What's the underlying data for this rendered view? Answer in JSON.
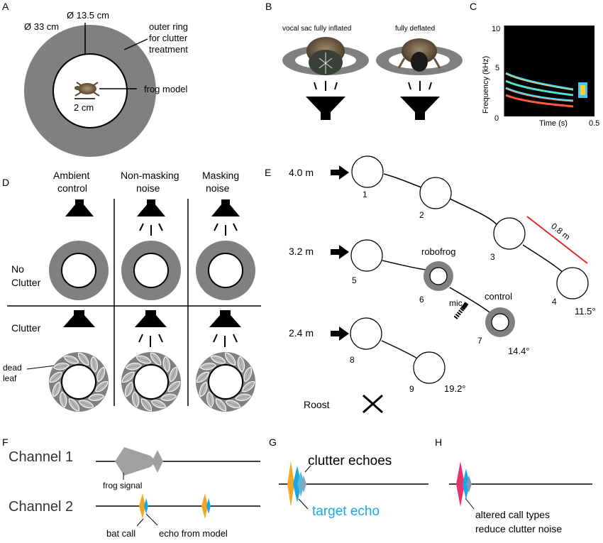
{
  "panels": [
    "A",
    "B",
    "C",
    "D",
    "E",
    "F",
    "G",
    "H"
  ],
  "a": {
    "outer_diameter": "Ø 33 cm",
    "inner_diameter": "Ø 13.5 cm",
    "outer_ring_label": [
      "outer ring",
      "for clutter",
      "treatment"
    ],
    "frog_model_label": "frog model",
    "scale_label": "2 cm"
  },
  "b": {
    "inflated_label": "vocal sac fully inflated",
    "deflated_label": "fully deflated"
  },
  "c": {
    "y_axis_label": "Frequency (kHz)",
    "y_ticks": [
      "10",
      "5",
      "0"
    ],
    "x_axis_label": "Time (s)",
    "x_tick_end": "0.5"
  },
  "d": {
    "col_headers": [
      [
        "Ambient",
        "control"
      ],
      [
        "Non-masking",
        "noise"
      ],
      [
        "Masking",
        "noise"
      ]
    ],
    "row_headers": [
      [
        "No",
        "Clutter"
      ],
      [
        "Clutter"
      ]
    ],
    "dead_leaf_label": [
      "dead",
      "leaf"
    ]
  },
  "e": {
    "distances": [
      "4.0 m",
      "3.2 m",
      "2.4 m"
    ],
    "positions": [
      "1",
      "2",
      "3",
      "4",
      "5",
      "6",
      "7",
      "8",
      "9"
    ],
    "spacing_label": "0.8 m",
    "robofrog_label": "robofrog",
    "control_label": "control",
    "mic_label": "mic",
    "angles": [
      "11.5°",
      "14.4°",
      "19.2°"
    ],
    "roost_label": "Roost"
  },
  "f": {
    "channel1": "Channel 1",
    "channel2": "Channel 2",
    "frog_signal_label": "frog signal",
    "bat_call_label": "bat call",
    "echo_label": "echo from model"
  },
  "g": {
    "clutter_echoes_label": "clutter echoes",
    "target_echo_label": "target echo"
  },
  "h": {
    "altered_label": [
      "altered call types",
      "reduce clutter noise"
    ]
  },
  "colors": {
    "ring_gray": "#808080",
    "call_orange": "#f5a623",
    "echo_blue": "#1aa7e0",
    "target_text": "#1aa7e0",
    "pink": "#e8326e",
    "scale_red": "#e8262a"
  }
}
